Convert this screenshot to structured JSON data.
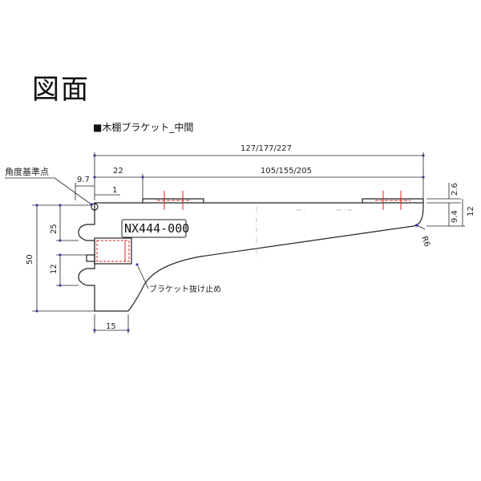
{
  "heading": "図面",
  "subtitle": "■木棚ブラケット_中間",
  "labels": {
    "angle_ref": "角度基準点",
    "part_number": "NX444-000",
    "bracket_stopper": "ブラケット抜け止め",
    "radius": "R6"
  },
  "dimensions": {
    "total_length": "127/177/227",
    "inner_length": "105/155/205",
    "offset_22": "22",
    "offset_9_7": "9.7",
    "gap_1": "1",
    "height_50": "50",
    "height_25": "25",
    "height_12_left": "12",
    "width_15": "15",
    "thick_2_6": "2.6",
    "height_9_4": "9.4",
    "height_12_right": "12"
  },
  "colors": {
    "line": "#222222",
    "accent": "#e02020",
    "dim": "#3a3aa0"
  }
}
